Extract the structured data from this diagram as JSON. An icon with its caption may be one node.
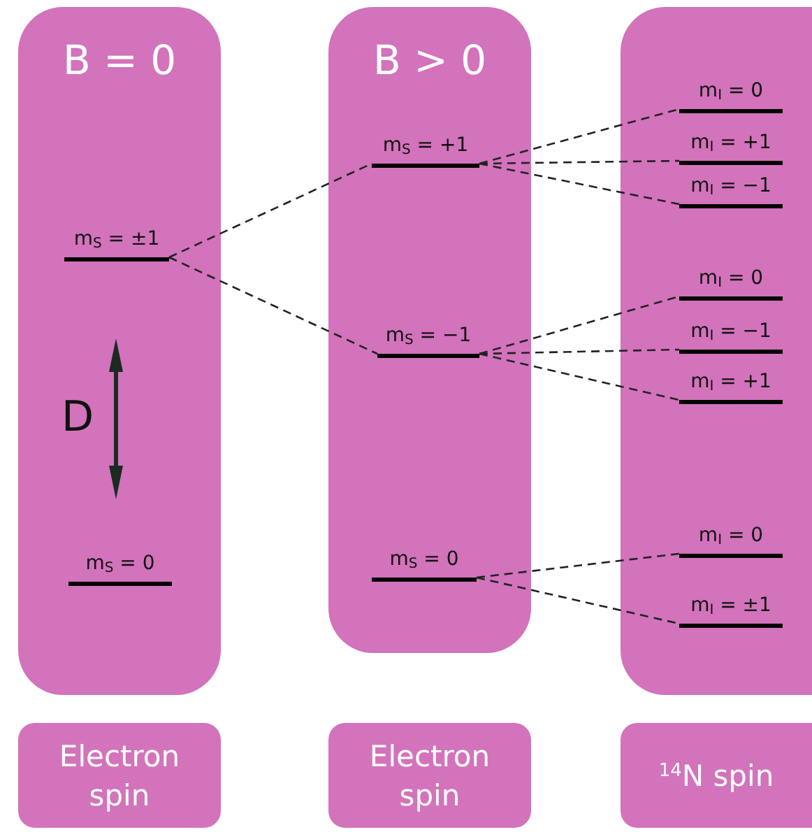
{
  "diagram": {
    "nodes": [
      {
        "text": [
          "B = 0"
        ]
      },
      {
        "text": [
          "m$_{S}$ = ±1"
        ],
        "in": 0
      },
      {
        "text": [
          "m$_{S}$ = 0"
        ],
        "in": 0
      },
      {
        "text": [
          "B > 0"
        ]
      },
      {
        "text": [
          "m$_{S}$ = +1"
        ],
        "in": 3
      },
      {
        "text": [
          "m$_{S}$ = −1"
        ],
        "in": 3
      },
      {
        "text": [
          "m$_{S}$ = 0"
        ],
        "in": 3
      },
      {
        "text": [],
        "shape": "box"
      },
      {
        "text": [
          "m$_{I}$ = 0"
        ],
        "in": 7
      },
      {
        "text": [
          "m$_{I}$ = +1"
        ],
        "in": 7
      },
      {
        "text": [
          "m$_{I}$ = −1"
        ],
        "in": 7
      },
      {
        "text": [
          "m$_{I}$ = 0"
        ],
        "in": 7
      },
      {
        "text": [
          "m$_{I}$ = −1"
        ],
        "in": 7
      },
      {
        "text": [
          "m$_{I}$ = +1"
        ],
        "in": 7
      },
      {
        "text": [
          "m$_{I}$ = 0"
        ],
        "in": 7
      },
      {
        "text": [
          "m$_{I}$ = ±1"
        ],
        "in": 7
      },
      {
        "text": [
          "Electron spin"
        ]
      },
      {
        "text": [
          "Electron spin"
        ]
      },
      {
        "text": [
          "$^{14}$N spin"
        ]
      }
    ],
    "edges": [
      {
        "from": 1,
        "to": 4,
        "arrow": "none",
        "style": "dashed"
      },
      {
        "from": 1,
        "to": 5,
        "arrow": "none",
        "style": "dashed"
      },
      {
        "from": 4,
        "to": 8,
        "arrow": "none",
        "style": "dashed"
      },
      {
        "from": 4,
        "to": 9,
        "arrow": "none",
        "style": "dashed"
      },
      {
        "from": 4,
        "to": 10,
        "arrow": "none",
        "style": "dashed"
      },
      {
        "from": 5,
        "to": 11,
        "arrow": "none",
        "style": "dashed"
      },
      {
        "from": 5,
        "to": 12,
        "arrow": "none",
        "style": "dashed"
      },
      {
        "from": 5,
        "to": 13,
        "arrow": "none",
        "style": "dashed"
      },
      {
        "from": 6,
        "to": 14,
        "arrow": "none",
        "style": "dashed"
      },
      {
        "from": 6,
        "to": 15,
        "arrow": "none",
        "style": "dashed"
      }
    ],
    "labels": [
      "D"
    ]
  }
}
